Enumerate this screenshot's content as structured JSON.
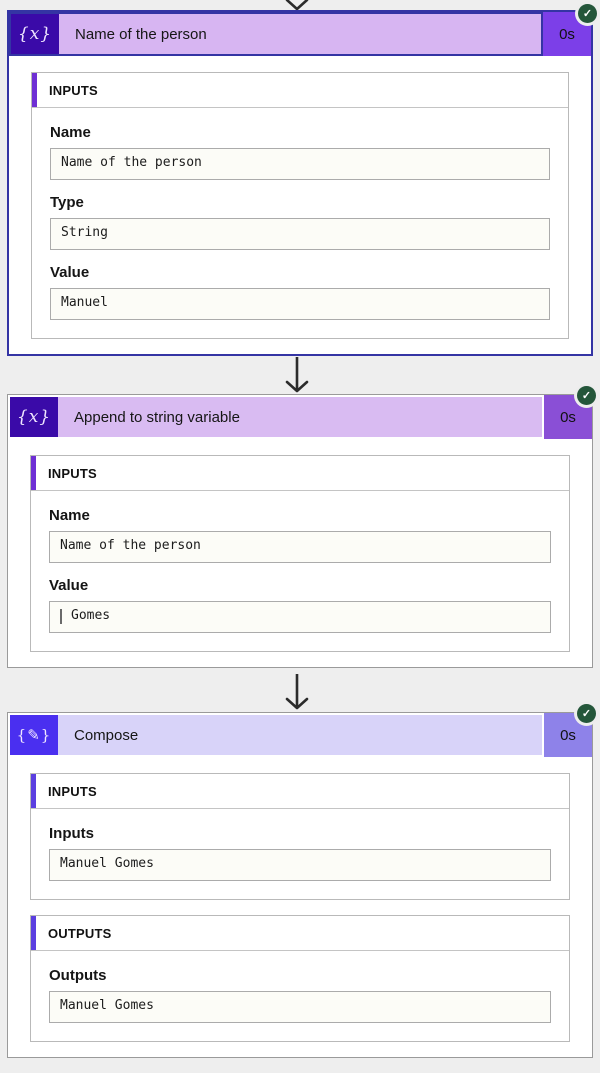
{
  "flow": {
    "cards": [
      {
        "title": "Name of the person",
        "duration": "0s",
        "selected": true,
        "icon": {
          "name": "variable-icon",
          "glyph": "{x}"
        },
        "status": {
          "name": "success-check",
          "glyph": "✓"
        },
        "brand_color": "#3a0aa8",
        "header_bg": "#d7b5f2",
        "duration_bg": "#7c3fe8",
        "sections": [
          {
            "heading": "INPUTS",
            "fields": [
              {
                "label": "Name",
                "value": "Name of the person"
              },
              {
                "label": "Type",
                "value": "String"
              },
              {
                "label": "Value",
                "value": "Manuel"
              }
            ]
          }
        ]
      },
      {
        "title": "Append to string variable",
        "duration": "0s",
        "selected": false,
        "icon": {
          "name": "variable-icon",
          "glyph": "{x}"
        },
        "status": {
          "name": "success-check",
          "glyph": "✓"
        },
        "brand_color": "#3a0aa8",
        "header_bg": "#d9bbf2",
        "duration_bg": "#8a4fd6",
        "sections": [
          {
            "heading": "INPUTS",
            "fields": [
              {
                "label": "Name",
                "value": "Name of the person"
              },
              {
                "label": "Value",
                "value": "Gomes",
                "leading_space": true
              }
            ]
          }
        ]
      },
      {
        "title": "Compose",
        "duration": "0s",
        "selected": false,
        "icon": {
          "name": "compose-icon",
          "glyph": "{✎}"
        },
        "status": {
          "name": "success-check",
          "glyph": "✓"
        },
        "brand_color": "#4a2ff0",
        "header_bg": "#d8d3f9",
        "duration_bg": "#8e82e9",
        "sections": [
          {
            "heading": "INPUTS",
            "fields": [
              {
                "label": "Inputs",
                "value": "Manuel Gomes"
              }
            ]
          },
          {
            "heading": "OUTPUTS",
            "fields": [
              {
                "label": "Outputs",
                "value": "Manuel Gomes"
              }
            ]
          }
        ]
      }
    ],
    "colors": {
      "page_bg": "#eeeeee",
      "selected_border": "#3434a4",
      "card_border": "#9a9a9a",
      "status_green": "#24563a",
      "arrow": "#2b2b2b"
    }
  }
}
